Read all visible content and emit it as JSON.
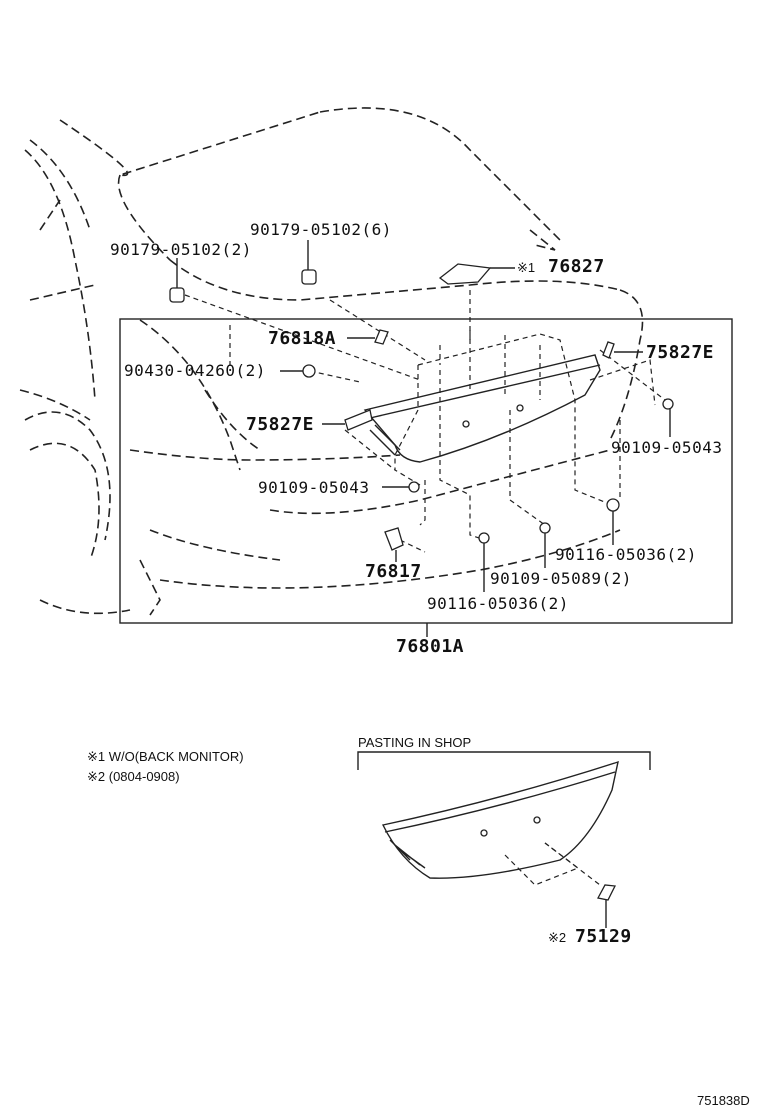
{
  "callouts": {
    "clip_6": "90179-05102(6)",
    "clip_2": "90179-05102(2)",
    "camera": "76827",
    "camera_note_mark": "※1",
    "emblem_a": "76818A",
    "nut_90430": "90430-04260(2)",
    "emblem_e_right": "75827E",
    "emblem_e_left": "75827E",
    "screw_right": "90109-05043",
    "screw_left": "90109-05043",
    "lamp": "76817",
    "screw_05089": "90109-05089(2)",
    "clip_05036_right": "90116-05036(2)",
    "clip_05036_bottom": "90116-05036(2)",
    "assembly": "76801A",
    "emblem_75129": "75129",
    "emblem_75129_note_mark": "※2"
  },
  "notes": {
    "note1": "※1 W/O(BACK MONITOR)",
    "note2": "※2 (0804-0908)",
    "pasting_header": "PASTING IN SHOP"
  },
  "figure_id": "751838D"
}
